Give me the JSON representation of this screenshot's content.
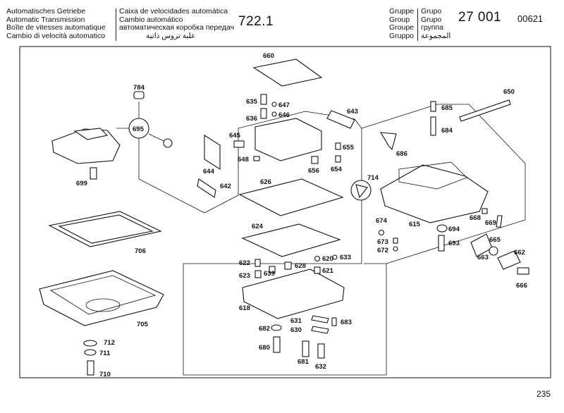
{
  "header": {
    "titles_left": [
      "Automatisches Getriebe",
      "Automatic Transmission",
      "Boîte de vitesses automatique",
      "Cambio di velocità automatico"
    ],
    "titles_mid": [
      "Caixa de velocidades automática",
      "Cambio automático",
      "автоматическая коробка передач",
      "علبة تروس ذاتية"
    ],
    "model": "722.1",
    "group_words_left": [
      "Gruppe",
      "Group",
      "Groupe",
      "Gruppo"
    ],
    "group_words_right": [
      "Grupo",
      "Grupo",
      "группа",
      "المجموعة"
    ],
    "group_code": "27 001",
    "group_number": "00621"
  },
  "page_number": "235",
  "callouts": {
    "c660": "660",
    "c784": "784",
    "c695": "695",
    "c699": "699",
    "c635": "635",
    "c647": "647",
    "c636": "636",
    "c646": "646",
    "c643": "643",
    "c645": "645",
    "c648": "648",
    "c656": "656",
    "c655": "655",
    "c654": "654",
    "c644": "644",
    "c642": "642",
    "c626": "626",
    "c650": "650",
    "c685": "685",
    "c684": "684",
    "c686": "686",
    "c714": "714",
    "c706": "706",
    "c624": "624",
    "c674": "674",
    "c615": "615",
    "c668": "668",
    "c669": "669",
    "c694": "694",
    "c673": "673",
    "c672": "672",
    "c693": "693",
    "c665": "665",
    "c662": "662",
    "c663": "663",
    "c666": "666",
    "c622": "622",
    "c639": "639",
    "c628": "628",
    "c620": "620",
    "c633": "633",
    "c623": "623",
    "c621": "621",
    "c618": "618",
    "c705": "705",
    "c631": "631",
    "c683": "683",
    "c682": "682",
    "c630": "630",
    "c712": "712",
    "c711": "711",
    "c680": "680",
    "c681": "681",
    "c632": "632",
    "c710": "710"
  }
}
